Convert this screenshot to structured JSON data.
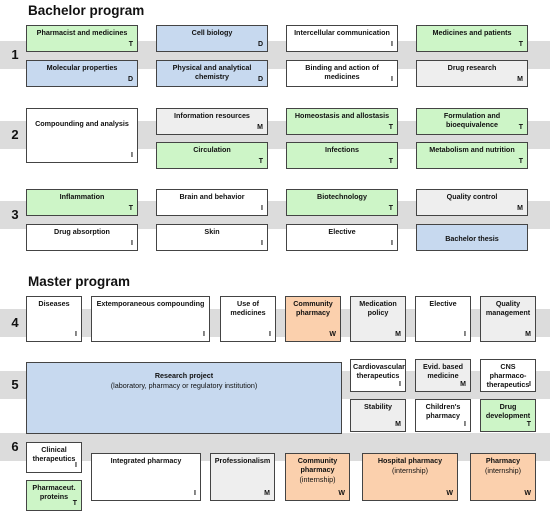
{
  "headings": {
    "bachelor": "Bachelor program",
    "master": "Master program"
  },
  "colors": {
    "band": "#dcdcdc",
    "green": "#cdf5c7",
    "blue": "#c7d9ef",
    "grey": "#eeeeee",
    "orange": "#fbd0ad",
    "white": "#ffffff"
  },
  "bachelor_years": [
    {
      "year": "1",
      "courses": [
        {
          "title": "Pharmacist and medicines",
          "code": "T",
          "color": "green"
        },
        {
          "title": "Cell biology",
          "code": "D",
          "color": "blue"
        },
        {
          "title": "Intercellular communication",
          "code": "I",
          "color": "white"
        },
        {
          "title": "Medicines and patients",
          "code": "T",
          "color": "green"
        },
        {
          "title": "Molecular properties",
          "code": "D",
          "color": "blue"
        },
        {
          "title": "Physical and analytical chemistry",
          "code": "D",
          "color": "blue"
        },
        {
          "title": "Binding and action of medicines",
          "code": "I",
          "color": "white"
        },
        {
          "title": "Drug research",
          "code": "M",
          "color": "grey"
        }
      ]
    },
    {
      "year": "2",
      "courses": [
        {
          "title": "Compounding and analysis",
          "code": "I",
          "color": "white"
        },
        {
          "title": "Information resources",
          "code": "M",
          "color": "grey"
        },
        {
          "title": "Homeostasis and allostasis",
          "code": "T",
          "color": "green"
        },
        {
          "title": "Formulation and bioequivalence",
          "code": "T",
          "color": "green"
        },
        {
          "title": "Circulation",
          "code": "T",
          "color": "green"
        },
        {
          "title": "Infections",
          "code": "T",
          "color": "green"
        },
        {
          "title": "Metabolism and nutrition",
          "code": "T",
          "color": "green"
        }
      ]
    },
    {
      "year": "3",
      "courses": [
        {
          "title": "Inflammation",
          "code": "T",
          "color": "green"
        },
        {
          "title": "Brain and behavior",
          "code": "I",
          "color": "white"
        },
        {
          "title": "Biotechnology",
          "code": "T",
          "color": "green"
        },
        {
          "title": "Quality control",
          "code": "M",
          "color": "grey"
        },
        {
          "title": "Drug absorption",
          "code": "I",
          "color": "white"
        },
        {
          "title": "Skin",
          "code": "I",
          "color": "white"
        },
        {
          "title": "Elective",
          "code": "I",
          "color": "white"
        },
        {
          "title": "Bachelor thesis",
          "code": "",
          "color": "blue"
        }
      ]
    }
  ],
  "master_years": [
    {
      "year": "4",
      "courses": [
        {
          "title": "Diseases",
          "code": "I",
          "color": "white"
        },
        {
          "title": "Extemporaneous compounding",
          "code": "I",
          "color": "white"
        },
        {
          "title": "Use of medicines",
          "code": "I",
          "color": "white"
        },
        {
          "title": "Community pharmacy",
          "code": "W",
          "color": "orange"
        },
        {
          "title": "Medication policy",
          "code": "M",
          "color": "grey"
        },
        {
          "title": "Elective",
          "code": "I",
          "color": "white"
        },
        {
          "title": "Quality management",
          "code": "M",
          "color": "grey"
        }
      ]
    },
    {
      "year": "5",
      "courses": [
        {
          "title": "Research project",
          "subtitle": "(laboratory, pharmacy or regulatory institution)",
          "code": "",
          "color": "blue"
        },
        {
          "title": "Cardiovascular therapeutics",
          "code": "I",
          "color": "white"
        },
        {
          "title": "Evid. based medicine",
          "code": "M",
          "color": "grey"
        },
        {
          "title": "CNS pharmaco-therapeutics",
          "code": "I",
          "color": "white"
        },
        {
          "title": "Stability",
          "code": "M",
          "color": "grey"
        },
        {
          "title": "Children's pharmacy",
          "code": "I",
          "color": "white"
        },
        {
          "title": "Drug development",
          "code": "T",
          "color": "green"
        }
      ]
    },
    {
      "year": "6",
      "courses": [
        {
          "title": "Clinical therapeutics",
          "code": "I",
          "color": "white"
        },
        {
          "title": "Pharmaceut. proteins",
          "code": "T",
          "color": "green"
        },
        {
          "title": "Integrated pharmacy",
          "code": "I",
          "color": "white"
        },
        {
          "title": "Professionalism",
          "code": "M",
          "color": "grey"
        },
        {
          "title": "Community pharmacy",
          "subtitle": "(internship)",
          "code": "W",
          "color": "orange"
        },
        {
          "title": "Hospital pharmacy",
          "subtitle": "(internship)",
          "code": "W",
          "color": "orange"
        },
        {
          "title": "Pharmacy",
          "subtitle": "(internship)",
          "code": "W",
          "color": "orange"
        }
      ]
    }
  ]
}
